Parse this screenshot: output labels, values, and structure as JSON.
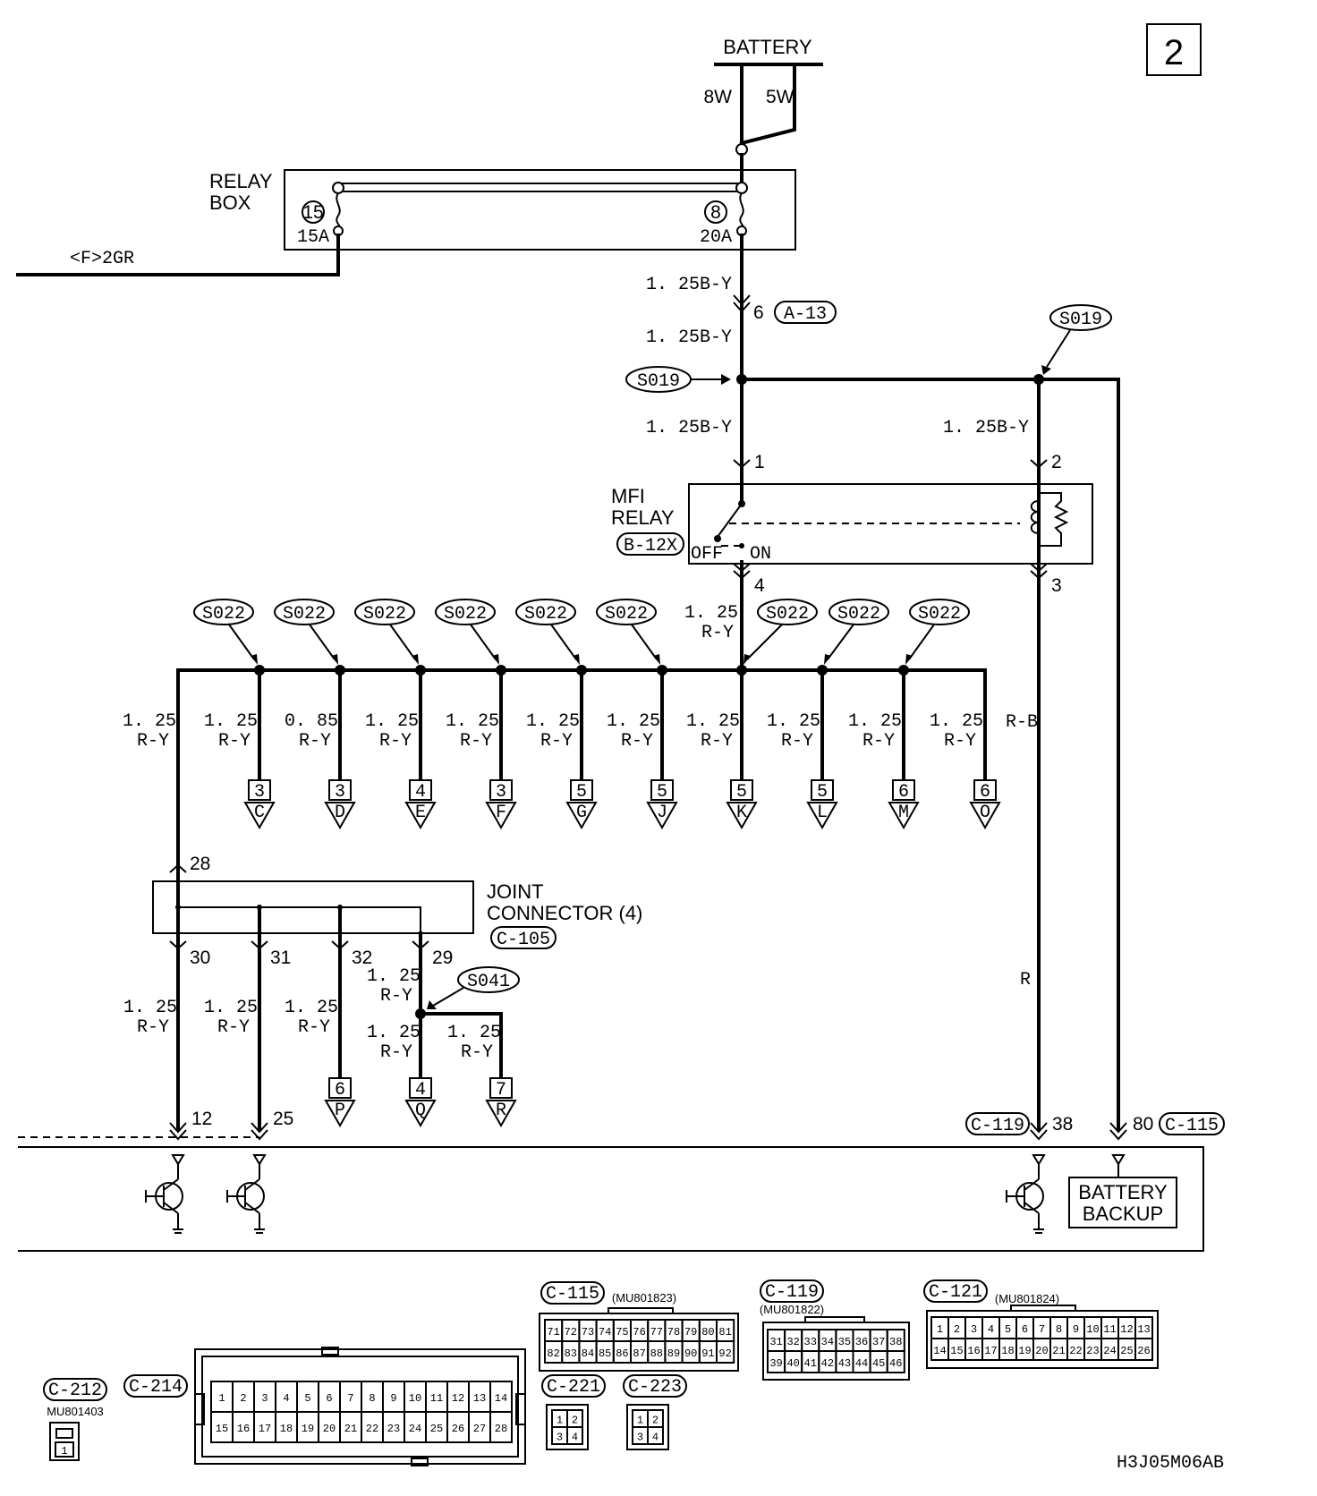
{
  "page_number": "2",
  "diagram_code": "H3J05M06AB",
  "battery": {
    "label": "BATTERY",
    "wire_left": "8W",
    "wire_right": "5W"
  },
  "relay_box": {
    "label_line1": "RELAY",
    "label_line2": "BOX",
    "fuse_left_num": "15",
    "fuse_left_rating": "15A",
    "fuse_right_num": "8",
    "fuse_right_rating": "20A"
  },
  "left_wire": "<F>2GR",
  "wire_125by": "1. 25B-Y",
  "a13": {
    "pin": "6",
    "connector": "A-13"
  },
  "splice_s019": "S019",
  "mfi_relay": {
    "label_line1": "MFI",
    "label_line2": "RELAY",
    "connector": "B-12X",
    "off": "OFF",
    "on": "ON",
    "pin1": "1",
    "pin2": "2",
    "pin3": "3",
    "pin4": "4"
  },
  "splice_s022": "S022",
  "relay_out_wire": {
    "size": "1. 25",
    "color": "R-Y"
  },
  "drops": [
    {
      "size": "1. 25",
      "color": "R-Y"
    },
    {
      "size": "1. 25",
      "color": "R-Y",
      "page": "3",
      "dest": "C"
    },
    {
      "size": "0. 85",
      "color": "R-Y",
      "page": "3",
      "dest": "D"
    },
    {
      "size": "1. 25",
      "color": "R-Y",
      "page": "4",
      "dest": "E"
    },
    {
      "size": "1. 25",
      "color": "R-Y",
      "page": "3",
      "dest": "F"
    },
    {
      "size": "1. 25",
      "color": "R-Y",
      "page": "5",
      "dest": "G"
    },
    {
      "size": "1. 25",
      "color": "R-Y",
      "page": "5",
      "dest": "J"
    },
    {
      "size": "1. 25",
      "color": "R-Y",
      "page": "5",
      "dest": "K"
    },
    {
      "size": "1. 25",
      "color": "R-Y",
      "page": "5",
      "dest": "L"
    },
    {
      "size": "1. 25",
      "color": "R-Y",
      "page": "6",
      "dest": "M"
    },
    {
      "size": "1. 25",
      "color": "R-Y",
      "page": "6",
      "dest": "O"
    }
  ],
  "joint_connector": {
    "label_line1": "JOINT",
    "label_line2": "CONNECTOR (4)",
    "connector": "C-105",
    "pin_in": "28",
    "pins": [
      "30",
      "31",
      "32",
      "29"
    ]
  },
  "splice_s041": "S041",
  "lower_drops": [
    {
      "size": "1. 25",
      "color": "R-Y",
      "ecu_pin": "12"
    },
    {
      "size": "1. 25",
      "color": "R-Y",
      "ecu_pin": "25"
    },
    {
      "size": "1. 25",
      "color": "R-Y",
      "page": "6",
      "dest": "P"
    },
    {
      "size": "1. 25",
      "color": "R-Y"
    },
    {
      "size": "1. 25",
      "color": "R-Y",
      "page": "4",
      "dest": "Q"
    },
    {
      "size": "1. 25",
      "color": "R-Y",
      "page": "7",
      "dest": "R"
    }
  ],
  "right_wires": {
    "rb": "R-B",
    "r": "R",
    "c119_pin": "38",
    "c115_pin": "80",
    "c119": "C-119",
    "c115": "C-115"
  },
  "battery_backup": {
    "line1": "BATTERY",
    "line2": "BACKUP"
  },
  "connectors": {
    "c115": {
      "name": "C-115",
      "part": "(MU801823)",
      "row1": [
        "71",
        "72",
        "73",
        "74",
        "75",
        "76",
        "77",
        "78",
        "79",
        "80",
        "81"
      ],
      "row2": [
        "82",
        "83",
        "84",
        "85",
        "86",
        "87",
        "88",
        "89",
        "90",
        "91",
        "92"
      ]
    },
    "c119": {
      "name": "C-119",
      "part": "(MU801822)",
      "row1": [
        "31",
        "32",
        "33",
        "34",
        "35",
        "36",
        "37",
        "38"
      ],
      "row2": [
        "39",
        "40",
        "41",
        "42",
        "43",
        "44",
        "45",
        "46"
      ]
    },
    "c121": {
      "name": "C-121",
      "part": "(MU801824)",
      "row1": [
        "1",
        "2",
        "3",
        "4",
        "5",
        "6",
        "7",
        "8",
        "9",
        "10",
        "11",
        "12",
        "13"
      ],
      "row2": [
        "14",
        "15",
        "16",
        "17",
        "18",
        "19",
        "20",
        "21",
        "22",
        "23",
        "24",
        "25",
        "26"
      ]
    },
    "c212": {
      "name": "C-212",
      "part": "MU801403",
      "pin": "1"
    },
    "c214": {
      "name": "C-214",
      "row1": [
        "1",
        "2",
        "3",
        "4",
        "5",
        "6",
        "7",
        "8",
        "9",
        "10",
        "11",
        "12",
        "13",
        "14"
      ],
      "row2": [
        "15",
        "16",
        "17",
        "18",
        "19",
        "20",
        "21",
        "22",
        "23",
        "24",
        "25",
        "26",
        "27",
        "28"
      ]
    },
    "c221": {
      "name": "C-221",
      "row1": [
        "1",
        "2"
      ],
      "row2": [
        "3",
        "4"
      ]
    },
    "c223": {
      "name": "C-223",
      "row1": [
        "1",
        "2"
      ],
      "row2": [
        "3",
        "4"
      ]
    }
  }
}
